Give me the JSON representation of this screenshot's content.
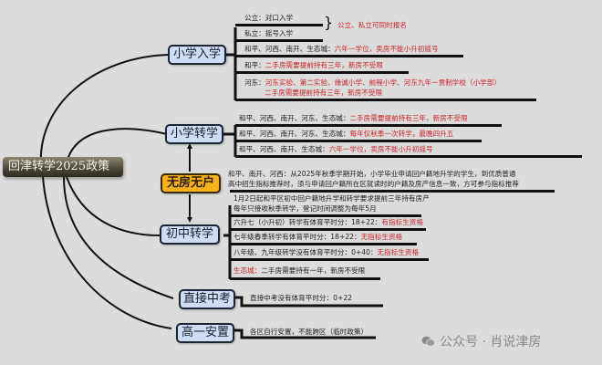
{
  "root": {
    "title": "回津转学2025政策"
  },
  "branches": {
    "primary_entry": {
      "label": "小学入学",
      "items": [
        {
          "prefix": "公立：",
          "text": "对口入学",
          "red": ""
        },
        {
          "prefix": "私立：",
          "text": "摇号入学",
          "red": ""
        },
        {
          "prefix": "和平、河西、南开、生态城：",
          "text": "",
          "red": "六年一学位，卖房不能小升初摇号"
        },
        {
          "prefix": "和平：",
          "text": "",
          "red": "二手房需要提前持有三年，新房不受限"
        },
        {
          "prefix": "河东：",
          "text": "",
          "red": "河东实验、第二实验、缘诚小学、前程小学、河东九年一贯制学校（小学部）",
          "red2": "二手房需要提前持有三年，新房不受限"
        }
      ],
      "brace_note": "公立、私立可同时报名"
    },
    "primary_transfer": {
      "label": "小学转学",
      "items": [
        {
          "prefix": "和平、河西、南开、河东、生态城：",
          "red": "二手房需要提前持有三年，新房不受限"
        },
        {
          "prefix": "和平、河西、南开、河东、生态城：",
          "red": "每年仅秋季一次转学，最晚四升五"
        },
        {
          "prefix": "和平、河西、南开、生态城：",
          "red": "六年一学位，卖房不能小升初摇号"
        }
      ]
    },
    "no_house": {
      "label": "无房无户",
      "note_line1": "和平、南开、河西：从2025年秋季学期开始，小学毕业申请回户籍地升学的学生，到优质普通",
      "note_line2": "高中招生指标推荐时，须与申请回户籍所在区就读时的户籍及房产信息一致，方可参与指标推荐"
    },
    "middle_transfer": {
      "label": "初中转学",
      "items": [
        {
          "line1": "1月2日起和平区初中回户籍地升学和转学要求提前三年持有房产",
          "line2": "每年只接收秋季转学，登记时间调整为每年5月"
        },
        {
          "prefix": "六升七（小升初）转学有体育平时分：18+22：",
          "red": "有指标生资格"
        },
        {
          "prefix": "七年级春季转学有体育平时分：18+22：",
          "red": "无指标生资格"
        },
        {
          "prefix": "八年级、九年级转学没有体育平时分：0+40：",
          "red": "无指标生资格"
        },
        {
          "red_prefix": "生态城：",
          "text": "二手房需要持有一年，新房不受限"
        }
      ]
    },
    "direct_exam": {
      "label": "直接中考",
      "item": "直接中考没有体育平时分：0+22"
    },
    "high_school": {
      "label": "高一安置",
      "item": "各区自行安置，不能跨区（临时政策）"
    }
  },
  "watermark": {
    "icon": "wechat-icon",
    "text": "公众号 · 肖说津房"
  },
  "colors": {
    "background": "#dcdcdc",
    "node_fill": "#cfddf4",
    "highlight_node": "#f7b21a",
    "red_text": "#c8232a",
    "root_fill": "#4a4736"
  }
}
